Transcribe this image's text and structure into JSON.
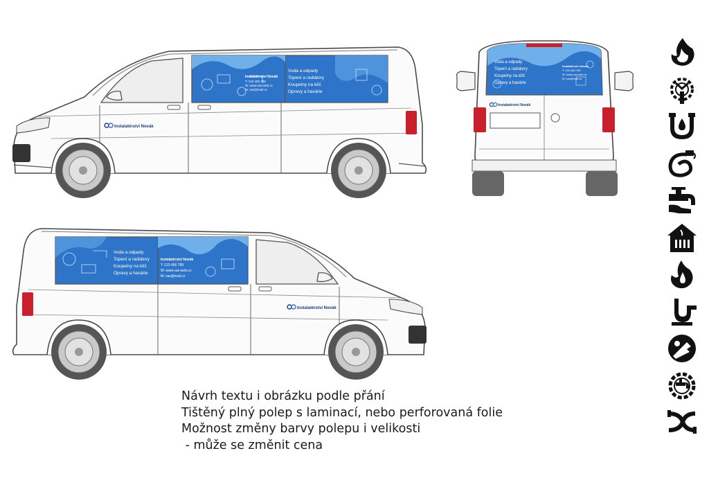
{
  "company": {
    "name": "Instalatérství Novák",
    "phone": "T: 123 456 789",
    "web": "W: www.vas-web.cz",
    "mail": "M: vas@mail.cz"
  },
  "services": [
    "Voda a odpady",
    "Topení a radiátory",
    "Koupelny na klíč",
    "Opravy a havárie"
  ],
  "notes": [
    "Návrh textu i obrázku podle přání",
    "Tištěný plný polep s laminací, nebo perforovaná folie",
    "Možnost změny barvy polepu i velikosti",
    " - může se změnit cena"
  ],
  "icons": [
    "flame-icon",
    "gear-wrench-icon",
    "pipe-drop-icon",
    "hose-icon",
    "faucet-hand-icon",
    "house-radiator-icon",
    "flame-drop-icon",
    "siphon-icon",
    "pipe-wrench-icon",
    "gear-faucet-icon",
    "pipe-knot-icon"
  ],
  "colors": {
    "wrap_blue": "#2e74c9",
    "wrap_light": "#6fb0ea",
    "brand_navy": "#1f3b73",
    "tail_red": "#c8202c"
  }
}
